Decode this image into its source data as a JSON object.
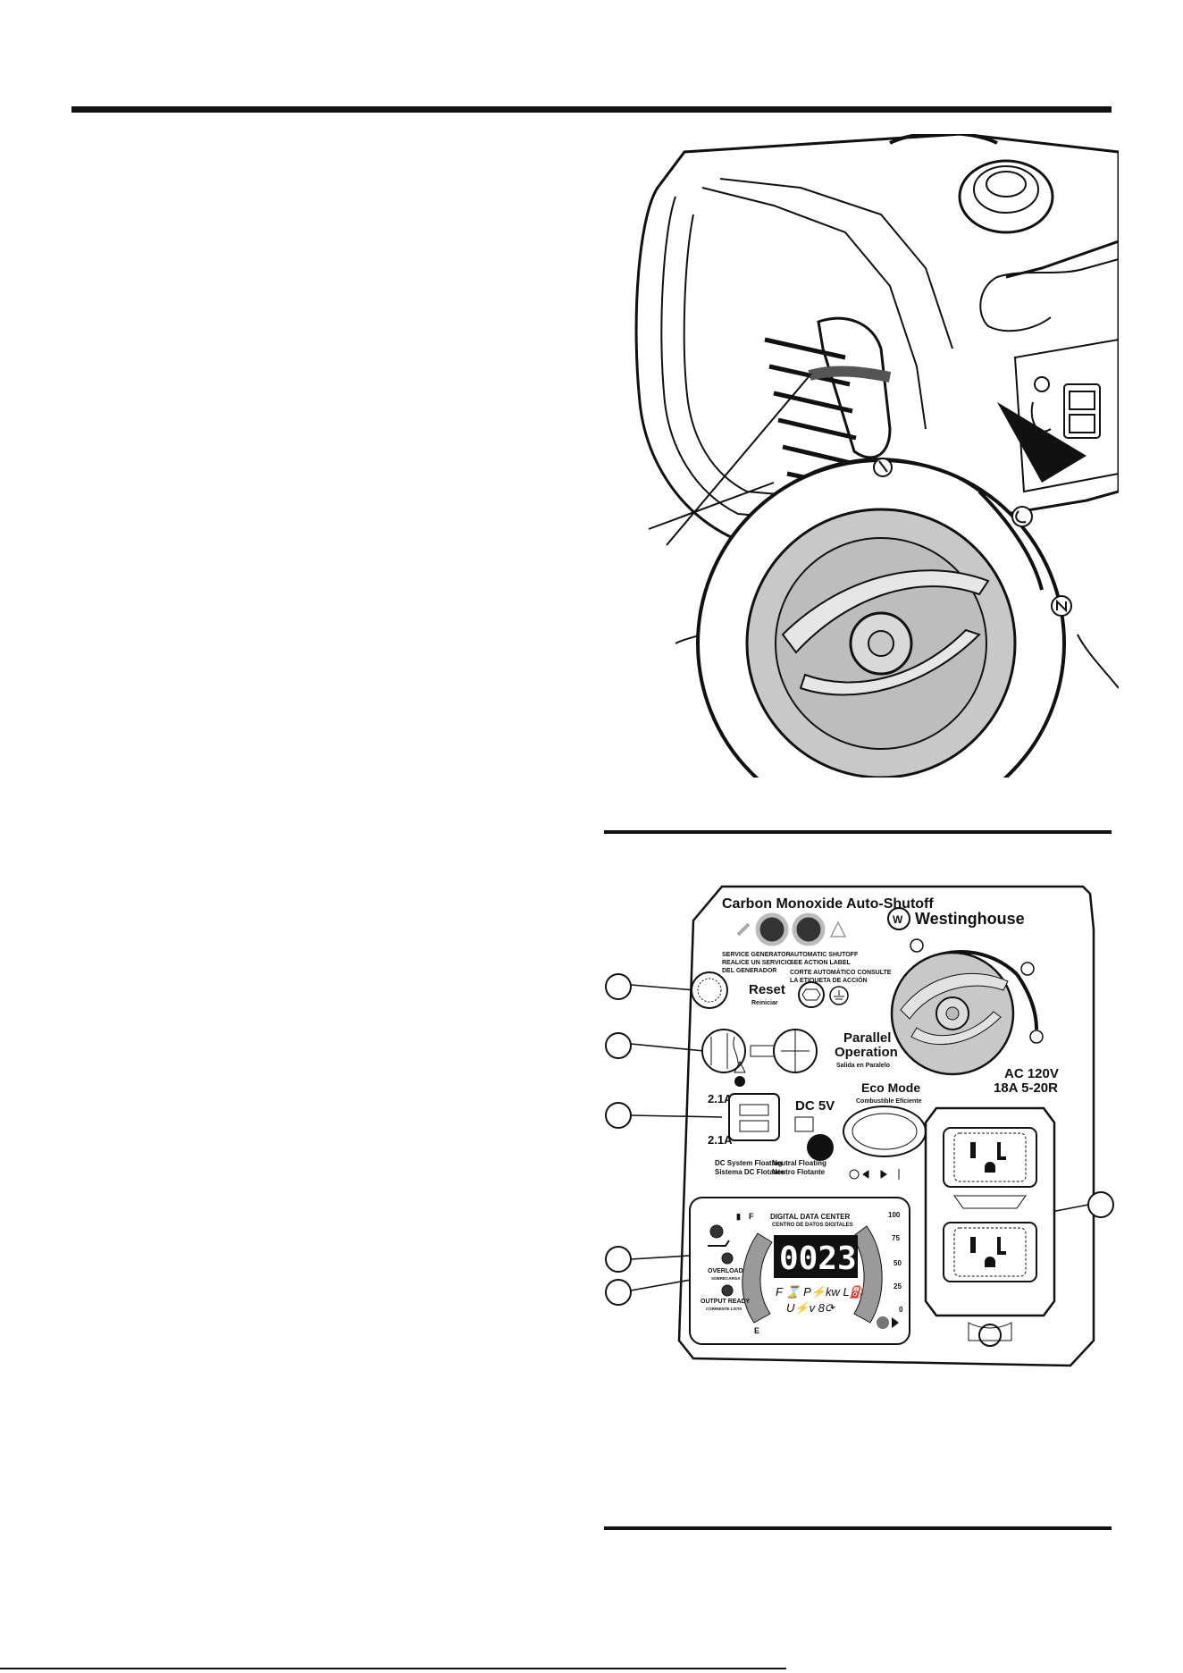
{
  "panel": {
    "co_title": "Carbon Monoxide Auto-Shutoff",
    "brand": "Westinghouse",
    "service_label_1": "SERVICE GENERATOR",
    "service_label_2": "REALICE UN SERVICIO",
    "service_label_3": "DEL GENERADOR",
    "auto_label_1": "AUTOMATIC SHUTOFF",
    "auto_label_2": "SEE ACTION LABEL",
    "auto_label_3": "CORTE AUTOMÁTICO CONSULTE",
    "auto_label_4": "LA ETIQUETA DE ACCIÓN",
    "reset": "Reset",
    "reset_es": "Reiniciar",
    "parallel_1": "Parallel",
    "parallel_2": "Operation",
    "parallel_es": "Salida en Paralelo",
    "ac_1": "AC 120V",
    "ac_2": "18A 5-20R",
    "usb_top": "2.1A",
    "usb_bottom": "2.1A",
    "dc5v": "DC 5V",
    "eco": "Eco Mode",
    "eco_es": "Combustible Eficiente",
    "dc_floating_1": "DC System Floating",
    "dc_floating_2": "Sistema DC Flotante",
    "neutral_1": "Neutral Floating",
    "neutral_2": "Neutro Flotante",
    "ddc_1": "DIGITAL DATA CENTER",
    "ddc_2": "CENTRO DE DATOS DIGITALES",
    "display_value": "0023",
    "fuel_f": "F",
    "fuel_e": "E",
    "load_100": "100",
    "load_75": "75",
    "load_50": "50",
    "load_25": "25",
    "load_0": "0",
    "overload": "OVERLOAD",
    "overload_es": "SOBRECARGA",
    "output_ready": "OUTPUT READY",
    "output_ready_es": "CORRIENTE LISTA"
  },
  "colors": {
    "ink": "#111111",
    "knob_fill": "#c8c8c8",
    "dial_light": "#b0b0b0",
    "gauge_grey": "#9a9a9a"
  }
}
